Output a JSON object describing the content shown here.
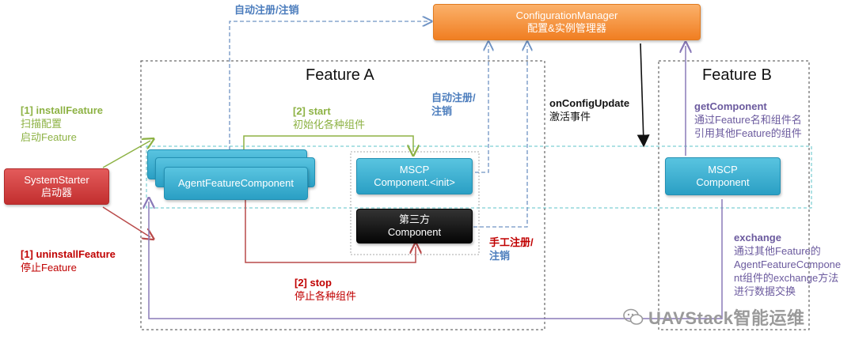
{
  "titles": {
    "feature_a": "Feature A",
    "feature_b": "Feature B"
  },
  "boxes": {
    "config_manager": {
      "line1": "ConfigurationManager",
      "line2": "配置&实例管理器"
    },
    "system_starter": {
      "line1": "SystemStarter",
      "line2": "启动器"
    },
    "agent_component": "AgentFeatureComponent",
    "mscp_a": {
      "line1": "MSCP",
      "line2": "Component.<init>"
    },
    "third_party": {
      "line1": "第三方",
      "line2": "Component"
    },
    "mscp_b": {
      "line1": "MSCP",
      "line2": "Component"
    }
  },
  "labels": {
    "auto_register_top": "自动注册/注销",
    "auto_register_mid": {
      "line1": "自动注册/",
      "line2": "注销"
    },
    "manual_register": {
      "line1": "手工注册/",
      "line2": "注销"
    },
    "install": {
      "line1": "[1] installFeature",
      "line2": "扫描配置",
      "line3": "启动Feature"
    },
    "uninstall": {
      "line1": "[1] uninstallFeature",
      "line2": "停止Feature"
    },
    "start": {
      "line1": "[2] start",
      "line2": "初始化各种组件"
    },
    "stop": {
      "line1": "[2] stop",
      "line2": "停止各种组件"
    },
    "config_update": {
      "line1": "onConfigUpdate",
      "line2": "激活事件"
    },
    "get_component": {
      "line1": "getComponent",
      "line2": "通过Feature名和组件名",
      "line3": "引用其他Feature的组件"
    },
    "exchange": {
      "line1": "exchange",
      "line2": "通过其他Feature的",
      "line3": "AgentFeatureCompone",
      "line4": "nt组件的exchange方法",
      "line5": "进行数据交换"
    }
  },
  "watermark": "UAVStack智能运维",
  "colors": {
    "orange": "#f07e22",
    "teal": "#2a9fc4",
    "red": "#c22f2f",
    "green": "#8db244",
    "blue": "#4c7dbd",
    "darkred": "#c00000",
    "purple": "#8a7ab8"
  }
}
